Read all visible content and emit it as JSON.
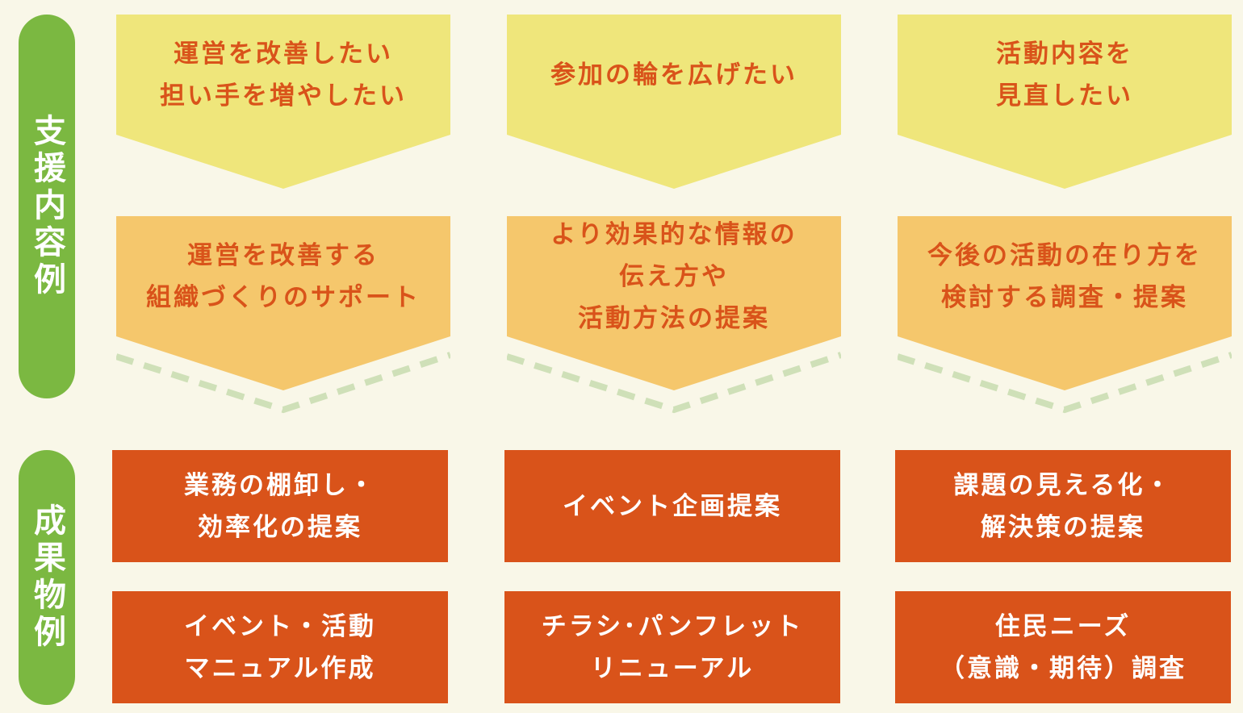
{
  "labels": {
    "support": "支援内容例",
    "output": "成果物例"
  },
  "columns": [
    {
      "need": "運営を改善したい\n担い手を増やしたい",
      "support": "運営を改善する\n組織づくりのサポート",
      "outputs": [
        "業務の棚卸し・\n効率化の提案",
        "イベント・活動\nマニュアル作成"
      ]
    },
    {
      "need": "参加の輪を広げたい",
      "support": "より効果的な情報の\n伝え方や\n活動方法の提案",
      "outputs": [
        "イベント企画提案",
        "チラシ･パンフレット\nリニューアル"
      ]
    },
    {
      "need": "活動内容を\n見直したい",
      "support": "今後の活動の在り方を\n検討する調査・提案",
      "outputs": [
        "課題の見える化・\n解決策の提案",
        "住民ニーズ\n（意識・期待）調査"
      ]
    }
  ],
  "colors": {
    "green": "#7bb841",
    "yellow": "#efe67b",
    "orange": "#f5c76c",
    "red": "#d9531a",
    "bg": "#f9f7e8"
  }
}
